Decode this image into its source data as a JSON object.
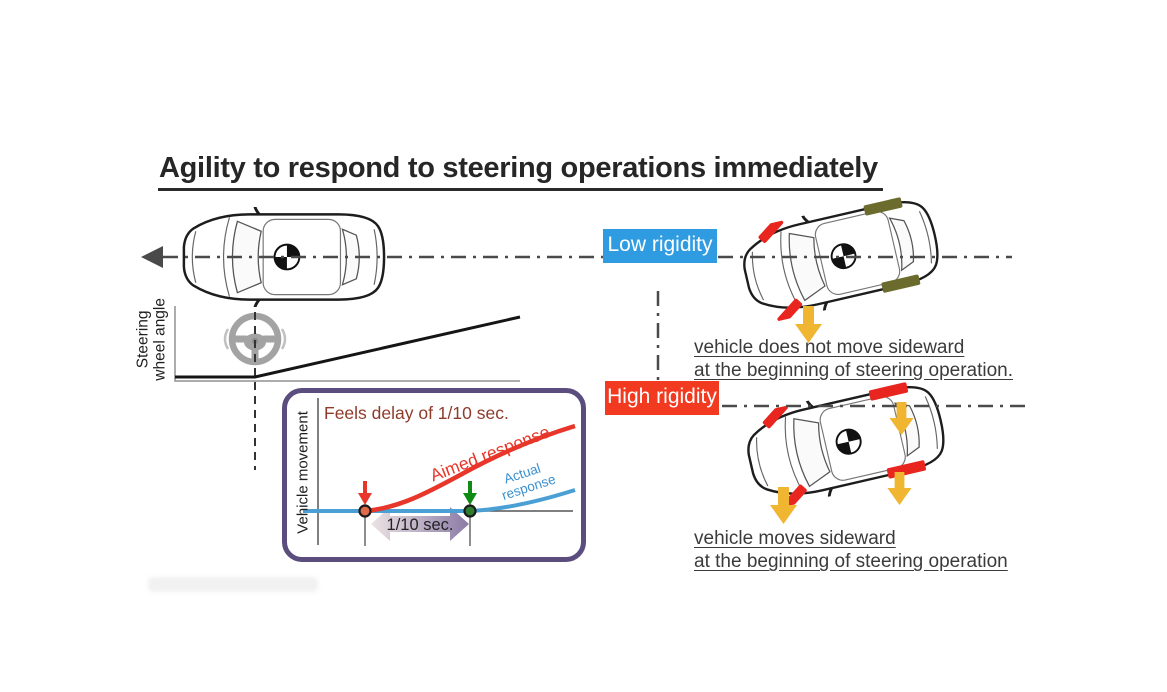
{
  "title": "Agility to respond to steering operations immediately",
  "steering_section": {
    "ylabel_line1": "Steering",
    "ylabel_line2": "wheel angle"
  },
  "delay_panel": {
    "ylabel": "Vehicle movement",
    "heading": "Feels delay of 1/10 sec.",
    "aimed_label": "Aimed response",
    "actual_label_line1": "Actual",
    "actual_label_line2": "response",
    "delay_span_label": "1/10 sec."
  },
  "low_rigidity": {
    "label": "Low rigidity",
    "caption_line1": "vehicle does not move sideward",
    "caption_line2": "at the beginning of steering operation."
  },
  "high_rigidity": {
    "label": "High rigidity",
    "caption_line1": "vehicle moves sideward",
    "caption_line2": "at the beginning of steering operation"
  },
  "colors": {
    "low_rigidity_bg": "#2f9ce2",
    "high_rigidity_bg": "#f23a20",
    "panel_border": "#5b4d7d",
    "aimed_response": "#e8362a",
    "actual_response": "#4a9fd4",
    "delay_heading": "#8e3b2b",
    "impact_arrow": "#f0b531",
    "front_wheel_mark": "#e8251f",
    "rear_wheel_mark_low": "#6b6b2e"
  }
}
